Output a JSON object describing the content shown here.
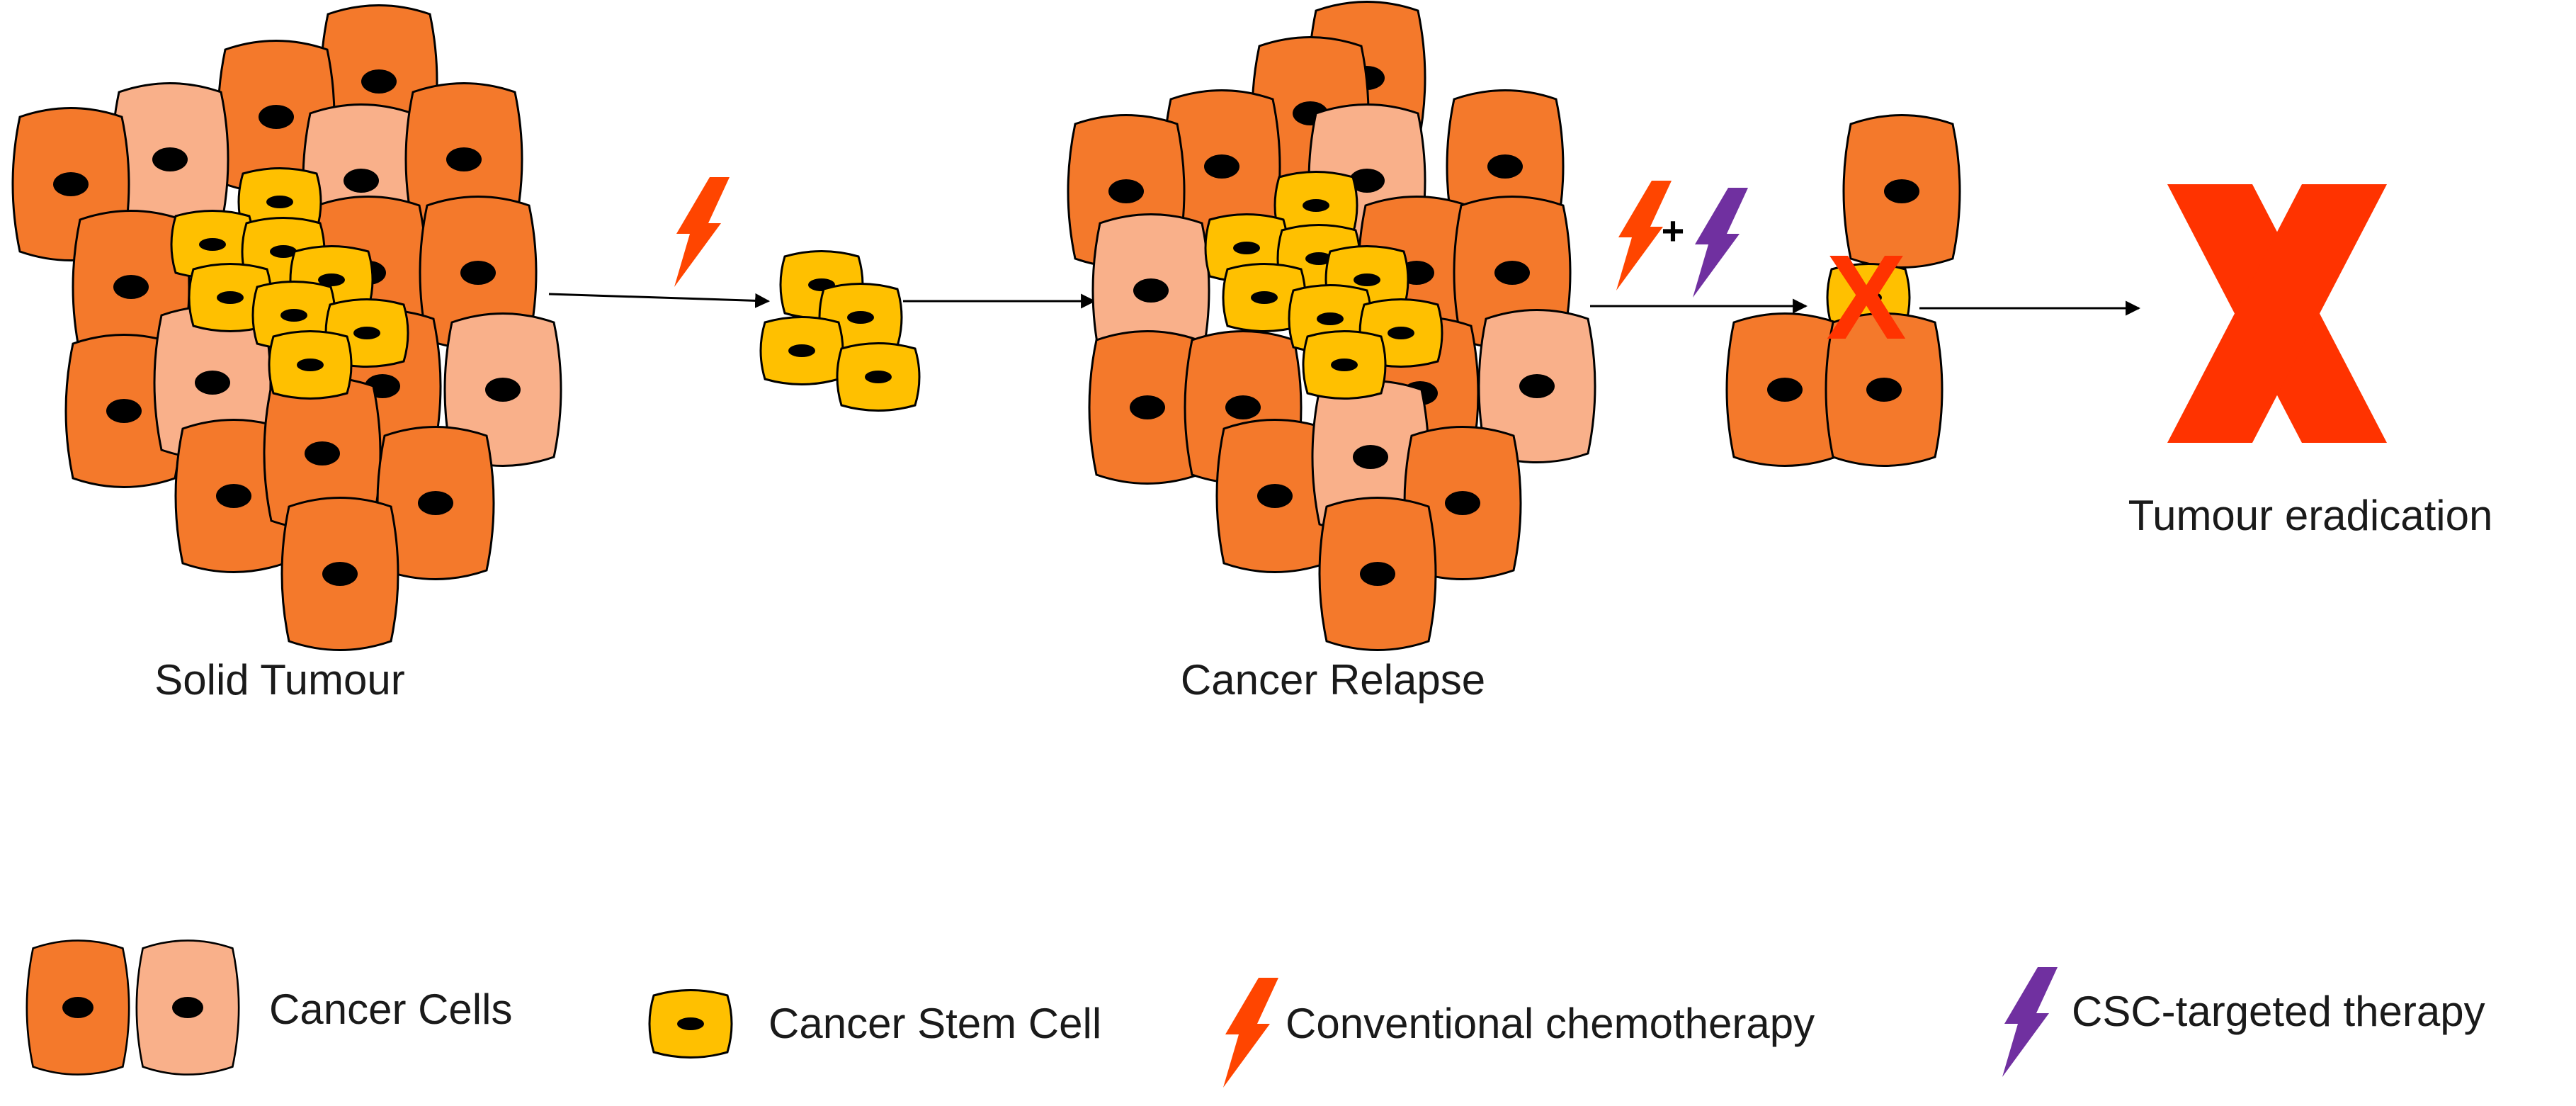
{
  "colors": {
    "cancer_cell_dark": "#F4792B",
    "cancer_cell_light": "#F9B08A",
    "stem_cell": "#FFC000",
    "nucleus": "#000000",
    "chemo_bolt": "#FF4500",
    "csc_bolt": "#7030A0",
    "eradication_x": "#FF3300",
    "arrow": "#000000"
  },
  "stages": {
    "solid_tumour": "Solid Tumour",
    "cancer_relapse": "Cancer Relapse",
    "eradication": "Tumour eradication"
  },
  "plus_sign": "+",
  "legend": {
    "cancer_cells": "Cancer Cells",
    "cancer_stem_cell": "Cancer Stem Cell",
    "conventional_chemo": "Conventional chemotherapy",
    "csc_therapy": "CSC-targeted therapy"
  },
  "icons": {
    "chemo": "lightning-bolt-icon",
    "csc": "lightning-bolt-icon",
    "eradication": "cross-mark-icon",
    "dead_stem_cell": "cross-mark-icon"
  }
}
